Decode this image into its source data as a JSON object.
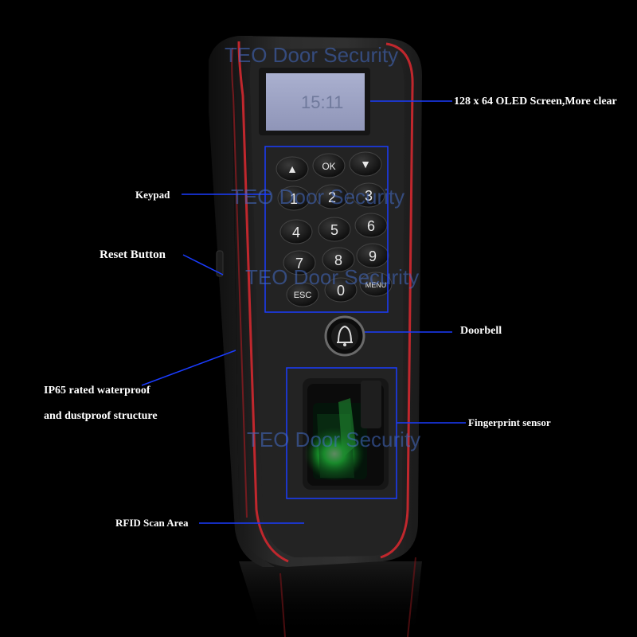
{
  "watermark": "TEO Door Security",
  "screen_text": "15:11",
  "keypad": {
    "up": "▲",
    "ok": "OK",
    "down": "▼",
    "digits": [
      "1",
      "2",
      "3",
      "4",
      "5",
      "6",
      "7",
      "8",
      "9",
      "0"
    ],
    "esc": "ESC",
    "menu": "MENU"
  },
  "callouts": {
    "screen": "128 x 64 OLED Screen,More clear",
    "keypad": "Keypad",
    "reset": "Reset Button",
    "doorbell": "Doorbell",
    "waterproof_line1": "IP65 rated waterproof",
    "waterproof_line2": "and dustproof structure",
    "fingerprint": "Fingerprint sensor",
    "rfid": "RFID Scan Area"
  },
  "colors": {
    "background": "#000000",
    "body": "#262626",
    "trim": "#c0272d",
    "callout_line": "#1a3cff",
    "fingerprint_glow": "#2cff4a"
  }
}
